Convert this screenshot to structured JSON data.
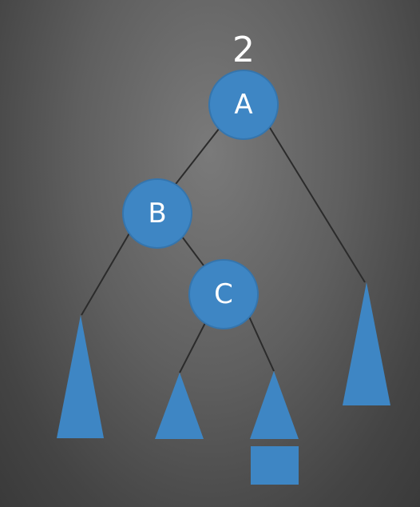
{
  "balance_factor": "2",
  "nodes": {
    "a": {
      "label": "A"
    },
    "b": {
      "label": "B"
    },
    "c": {
      "label": "C"
    }
  },
  "colors": {
    "node": "#3e86c4",
    "node_stroke": "#3575ad",
    "subtree": "#3e86c4",
    "edge": "#2b2b2b"
  }
}
